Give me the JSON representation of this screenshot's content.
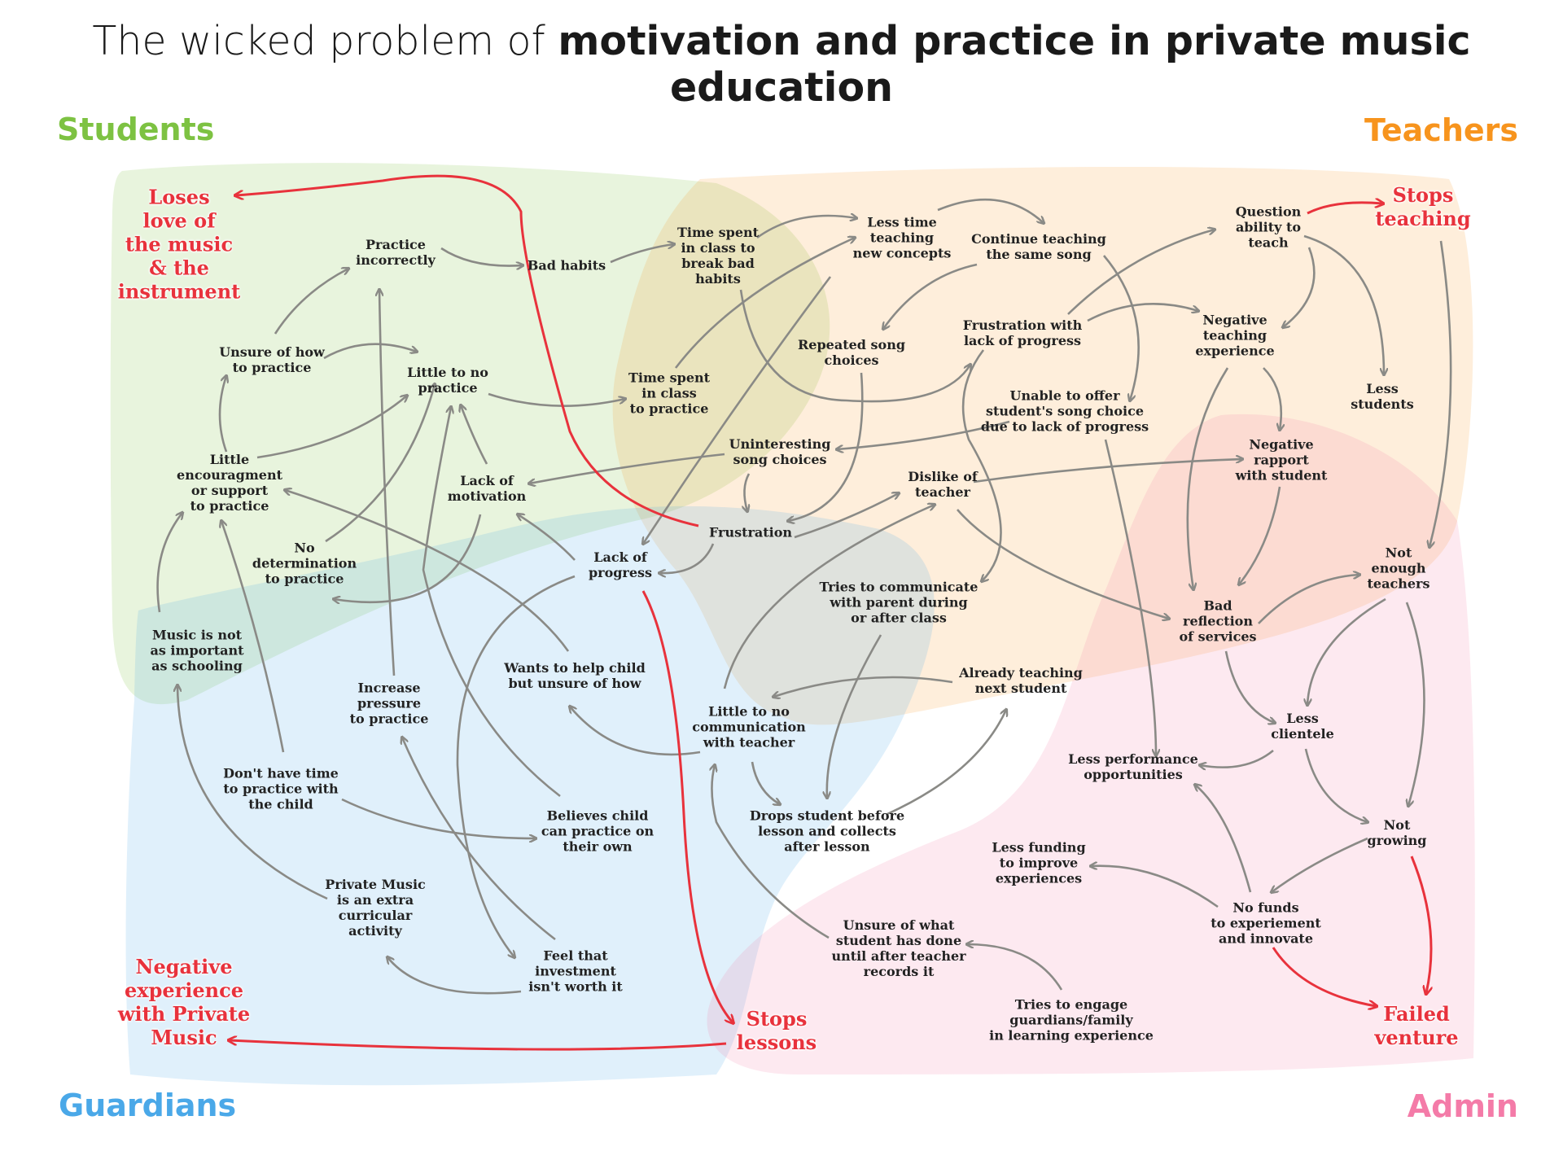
{
  "title": {
    "light": "The wicked problem of ",
    "bold": "motivation and practice in private music education"
  },
  "quadrants": {
    "students": "Students",
    "teachers": "Teachers",
    "guardians": "Guardians",
    "admin": "Admin"
  },
  "colors": {
    "students": "#7dc242",
    "teachers": "#f7941d",
    "guardians": "#4aa8e8",
    "admin": "#f47ba8",
    "outcome": "#e8323c",
    "arrow": "#8a8a86"
  },
  "nodes": {
    "practice_incorrectly": "Practice\nincorrectly",
    "bad_habits": "Bad habits",
    "time_break_habits": "Time spent\nin class to\nbreak bad\nhabits",
    "less_time_teaching": "Less time\nteaching\nnew concepts",
    "continue_teaching": "Continue teaching\nthe same song",
    "question_ability": "Question\nability to\nteach",
    "unsure_practice": "Unsure of how\nto practice",
    "little_no_practice": "Little to no\npractice",
    "time_class_practice": "Time spent\nin class\nto practice",
    "repeated_song": "Repeated song\nchoices",
    "frustration_progress": "Frustration with\nlack of progress",
    "negative_teaching": "Negative\nteaching\nexperience",
    "less_students": "Less\nstudents",
    "little_encouragement": "Little\nencouragment\nor support\nto practice",
    "lack_motivation": "Lack of\nmotivation",
    "uninteresting_song": "Uninteresting\nsong choices",
    "unable_offer": "Unable to offer\nstudent's song choice\ndue to lack of progress",
    "negative_rapport": "Negative\nrapport\nwith student",
    "dislike_teacher": "Dislike of\nteacher",
    "frustration": "Frustration",
    "no_determination": "No\ndetermination\nto  practice",
    "lack_progress": "Lack of\nprogress",
    "not_enough_teachers": "Not\nenough\nteachers",
    "tries_communicate": "Tries to communicate\nwith parent during\nor after class",
    "bad_reflection": "Bad\nreflection\nof services",
    "music_not_important": "Music is not\nas important\nas schooling",
    "wants_help": "Wants to help child\nbut unsure of how",
    "already_teaching": "Already teaching\nnext student",
    "increase_pressure": "Increase\npressure\nto practice",
    "little_communication": "Little to no\ncommunication\nwith teacher",
    "less_clientele": "Less\nclientele",
    "less_performance": "Less performance\nopportunities",
    "dont_have_time": "Don't have time\nto practice with\nthe child",
    "believes_child": "Believes child\ncan practice on\ntheir own",
    "drops_student": "Drops student before\nlesson and collects\nafter lesson",
    "not_growing": "Not\ngrowing",
    "less_funding": "Less funding\nto improve\nexperiences",
    "private_music": "Private Music\nis an extra\ncurricular\nactivity",
    "no_funds": "No funds\nto experiement\nand innovate",
    "unsure_what": "Unsure of what\nstudent has done\nuntil after teacher\nrecords it",
    "feel_investment": "Feel that\ninvestment\nisn't worth it",
    "tries_engage": "Tries to engage\nguardians/family\nin learning experience"
  },
  "outcomes": {
    "loses_love": "Loses\nlove of\nthe music\n& the\ninstrument",
    "stops_teaching": "Stops\nteaching",
    "negative_experience": "Negative\nexperience\nwith Private\nMusic",
    "stops_lessons": "Stops\nlessons",
    "failed_venture": "Failed\nventure"
  }
}
